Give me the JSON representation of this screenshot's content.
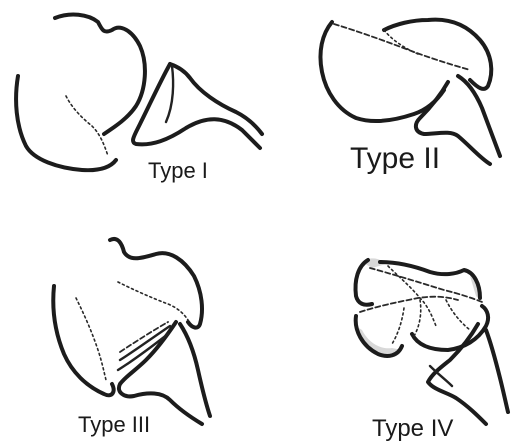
{
  "panels": [
    {
      "id": "type-1",
      "label": "Type I"
    },
    {
      "id": "type-2",
      "label": "Type II"
    },
    {
      "id": "type-3",
      "label": "Type III"
    },
    {
      "id": "type-4",
      "label": "Type IV"
    }
  ]
}
